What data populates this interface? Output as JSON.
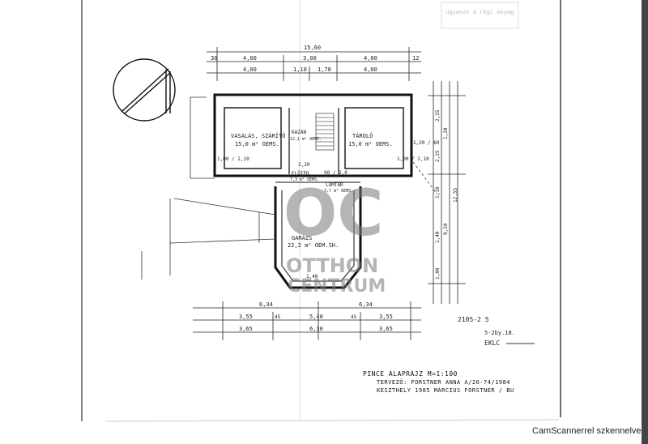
{
  "plan": {
    "top_dims": {
      "overall": "15,60",
      "row1": [
        "4,00",
        "3,00",
        "4,00"
      ],
      "row2": [
        "4,00",
        "1,10",
        "1,70",
        "4,00"
      ],
      "edge": "12",
      "pier": "30"
    },
    "bottom_dims": {
      "row1": [
        "6,34",
        "6,34"
      ],
      "row2": [
        "3,55",
        "45",
        "5,40",
        "45",
        "3,55"
      ],
      "row3": [
        "3,65",
        "6,30",
        "3,65"
      ]
    },
    "side_dims": [
      "2,25",
      "1,20",
      "2,25",
      "1,10",
      "1,40",
      "1,00",
      "9,20",
      "12,55"
    ],
    "rooms": [
      {
        "name": "VASALÁS, SZÁRÍTÓ",
        "area": "15,0 m² OEMS."
      },
      {
        "name": "KAZÁN",
        "area": "12,1 m² OEMS."
      },
      {
        "name": "TÁROLÓ",
        "area": "15,0 m² OEMS."
      },
      {
        "name": "ELŐTÉR",
        "area": "7,3 m² OEMS."
      },
      {
        "name": "LOMTÁR",
        "area": "3,7 m² OEMS."
      },
      {
        "name": "GARÁZS",
        "area": "22,2 m² OEM.SH."
      }
    ],
    "openings": [
      "1,00 / 2,10",
      "1,00 / 2,10",
      "1,20 / 60",
      "2,20",
      "90 / 2,0",
      "1,40"
    ]
  },
  "title_block": {
    "line1": "PINCE  ALAPRAJZ   M=1:100",
    "line2": "TERVEZŐ: FORSTNER ANNA  A/20-74/1984",
    "line3": "KESZTHELY  1985 MÁRCIUS  FORSTNER / BU"
  },
  "annotation": {
    "ref": "2105-2  5",
    "date": "5-2by.18.",
    "signature": "EKLC"
  },
  "stamp": "ugyanaz a régi anyag",
  "watermark": {
    "logo": "OC",
    "line1": "OTTHON",
    "line2": "CENTRUM"
  },
  "footer": "CamScannerrel szkennelve"
}
